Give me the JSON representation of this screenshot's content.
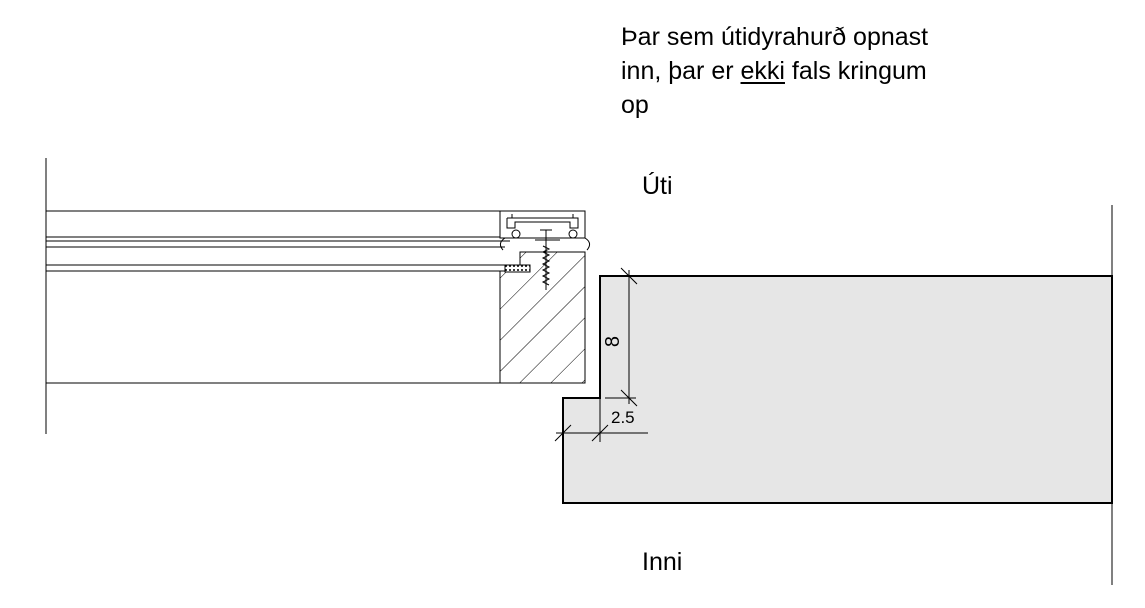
{
  "note": {
    "line1": "Þar sem útidyrahurð opnast",
    "line2_before": "inn, þar er ",
    "line2_underlined": "ekki",
    "line2_after": " fals kringum",
    "line3": "op"
  },
  "labels": {
    "outside": "Úti",
    "inside": "Inni"
  },
  "dimensions": {
    "rebate_depth": "8",
    "rebate_width": "2.5"
  },
  "colors": {
    "wall_fill": "#e6e6e6",
    "line": "#000000"
  }
}
